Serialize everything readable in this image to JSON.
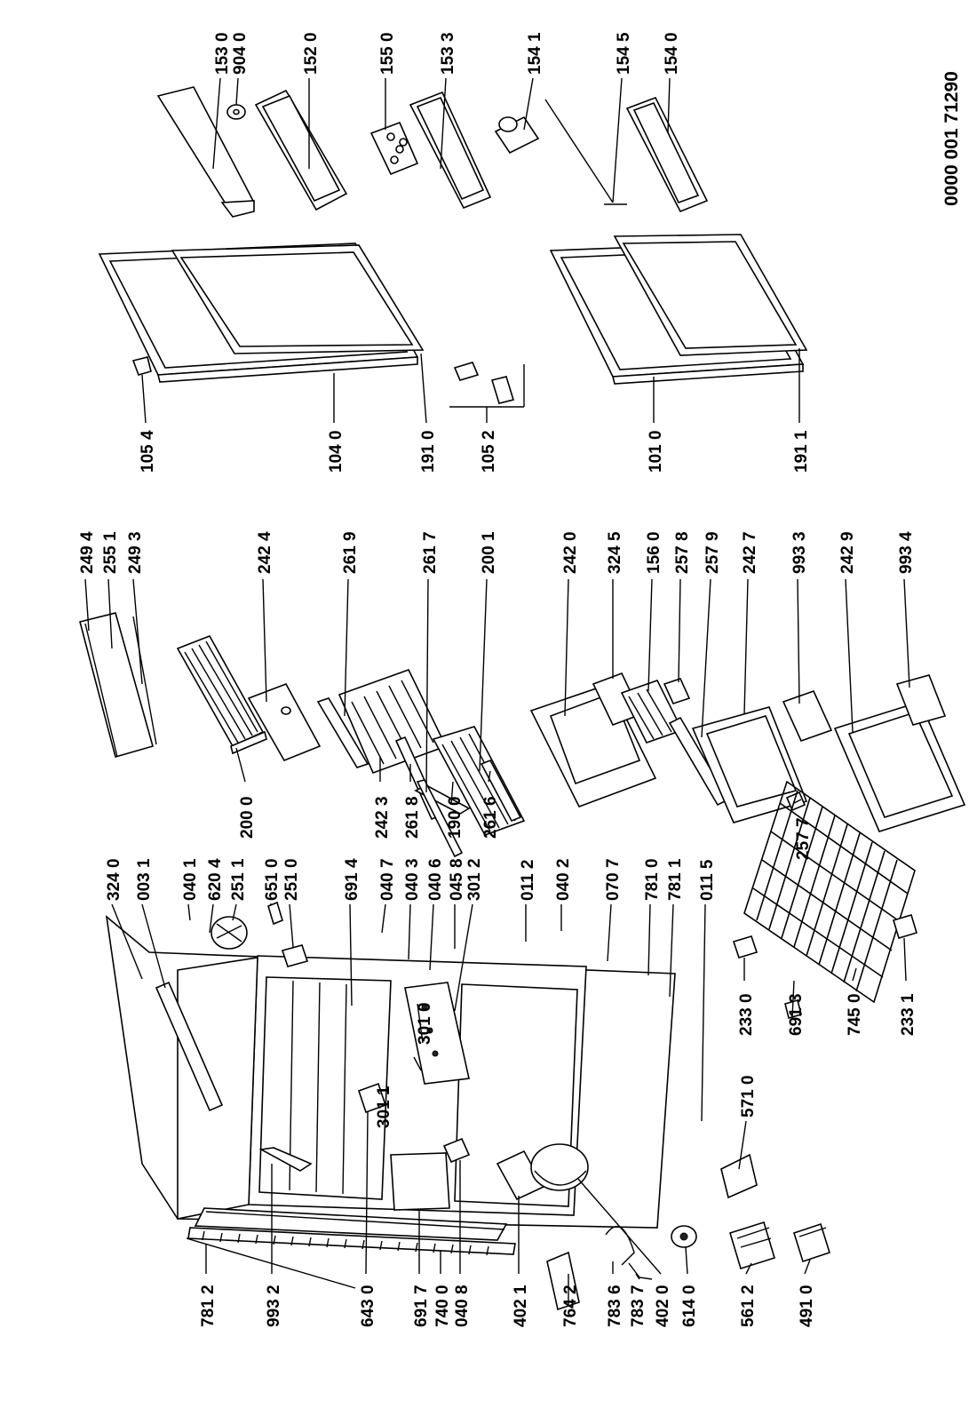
{
  "document_id": "0000 001 71290",
  "parts_top": [
    "153 0",
    "904 0",
    "152 0",
    "155 0",
    "153 3",
    "154 1",
    "154 5",
    "154 0"
  ],
  "parts_doors": [
    "105 4",
    "104 0",
    "191 0",
    "105 2",
    "101 0",
    "191 1"
  ],
  "parts_shelves": [
    "249 4",
    "255 1",
    "249 3",
    "242 4",
    "261 9",
    "261 7",
    "200 1",
    "242 0",
    "324 5",
    "156 0",
    "257 8",
    "257 9",
    "242 7",
    "993 3",
    "242 9",
    "993 4",
    "200 0",
    "242 3",
    "261 8",
    "190 0",
    "261 6",
    "257 7"
  ],
  "parts_cabinet": [
    "324 0",
    "003 1",
    "040 1",
    "620 4",
    "251 1",
    "651 0",
    "251 0",
    "691 4",
    "040 7",
    "040 3",
    "040 6",
    "045 8",
    "301 2",
    "011 2",
    "040 2",
    "070 7",
    "781 0",
    "781 1",
    "011 5",
    "301 0",
    "301 1",
    "233 0",
    "691 3",
    "745 0",
    "233 1",
    "571 0"
  ],
  "parts_left": [
    "781 2",
    "993 2",
    "643 0",
    "691 7",
    "740 0",
    "040 8",
    "402 1",
    "764 2",
    "783 6",
    "783 7",
    "402 0",
    "614 0",
    "561 2",
    "491 0"
  ]
}
